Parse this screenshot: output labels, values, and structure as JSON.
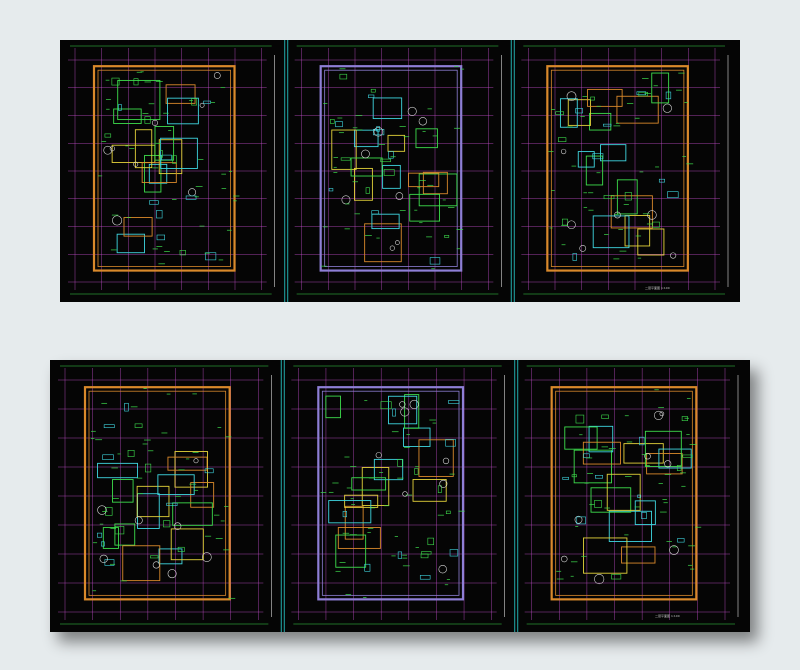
{
  "image": {
    "description_tags": [
      "cad-floor-plans",
      "three-sheets",
      "two-strips"
    ]
  },
  "strips": [
    {
      "id": "top",
      "sheets": [
        {
          "caption": ""
        },
        {
          "caption": ""
        },
        {
          "caption": "二层平面图 1:100"
        }
      ]
    },
    {
      "id": "bottom",
      "sheets": [
        {
          "caption": ""
        },
        {
          "caption": ""
        },
        {
          "caption": "二层平面图 1:100"
        }
      ]
    }
  ],
  "colors": {
    "page_bg": "#e6ebed",
    "sheet_bg": "#050505",
    "wall_orange": "#d9892b",
    "wall_purple": "#8e7fd6",
    "line_green": "#3ddc4c",
    "line_cyan": "#3fd6e0",
    "line_white": "#d8d8d8",
    "line_magenta": "#c94fd0",
    "line_yellow": "#e3d23a",
    "divider_teal": "#1d8f8f"
  }
}
